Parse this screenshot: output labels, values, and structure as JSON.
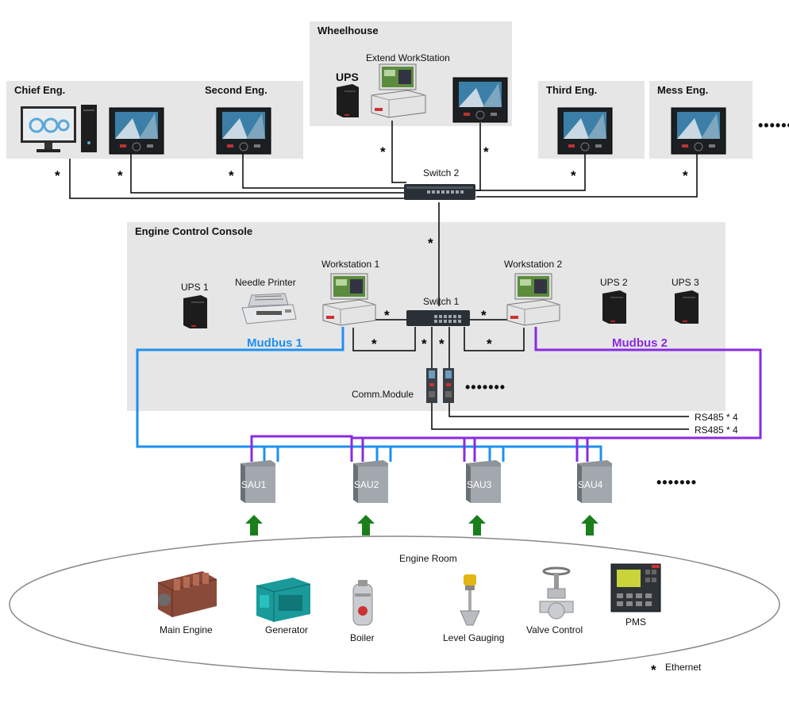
{
  "panels": {
    "wheelhouse": "Wheelhouse",
    "chief": "Chief Eng.",
    "second": "Second Eng.",
    "third": "Third Eng.",
    "mess": "Mess Eng.",
    "console": "Engine Control Console"
  },
  "labels": {
    "extend_workstation": "Extend WorkStation",
    "ups_wheelhouse": "UPS",
    "switch2": "Switch 2",
    "switch1": "Switch 1",
    "ups1": "UPS 1",
    "ups2": "UPS 2",
    "ups3": "UPS 3",
    "needle_printer": "Needle Printer",
    "workstation1": "Workstation 1",
    "workstation2": "Workstation 2",
    "mudbus1": "Mudbus 1",
    "mudbus2": "Mudbus 2",
    "comm_module": "Comm.Module",
    "rs485_a": "RS485 * 4",
    "rs485_b": "RS485 * 4",
    "engine_room": "Engine Room",
    "ethernet": "Ethernet",
    "star": "*",
    "dots": "••••••",
    "dots_long": "•••••••"
  },
  "sau": [
    "SAU1",
    "SAU2",
    "SAU3",
    "SAU4"
  ],
  "equipment": [
    "Main Engine",
    "Generator",
    "Boiler",
    "Level Gauging",
    "Valve Control",
    "PMS"
  ],
  "colors": {
    "mudbus1": "#1e90f0",
    "mudbus2": "#8a2be2",
    "ethernet": "#000000",
    "arrow": "#1a7f1a",
    "panel": "#e6e6e6"
  }
}
